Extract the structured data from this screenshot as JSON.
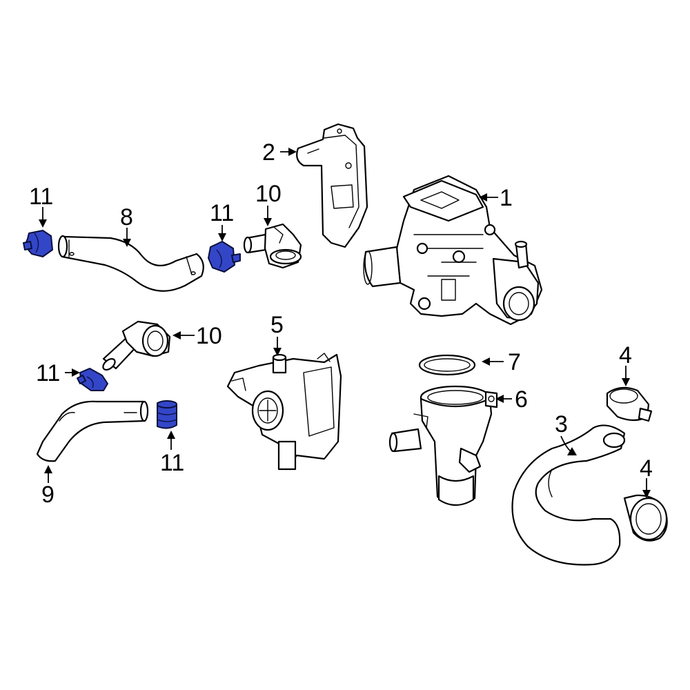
{
  "callouts": {
    "c1": "1",
    "c2": "2",
    "c3": "3",
    "c4a": "4",
    "c4b": "4",
    "c5": "5",
    "c6": "6",
    "c7": "7",
    "c8": "8",
    "c9": "9",
    "c10a": "10",
    "c10b": "10",
    "c11a": "11",
    "c11b": "11",
    "c11c": "11",
    "c11d": "11"
  },
  "colors": {
    "highlight": "#3346c8",
    "line": "#000000",
    "background": "#ffffff"
  }
}
